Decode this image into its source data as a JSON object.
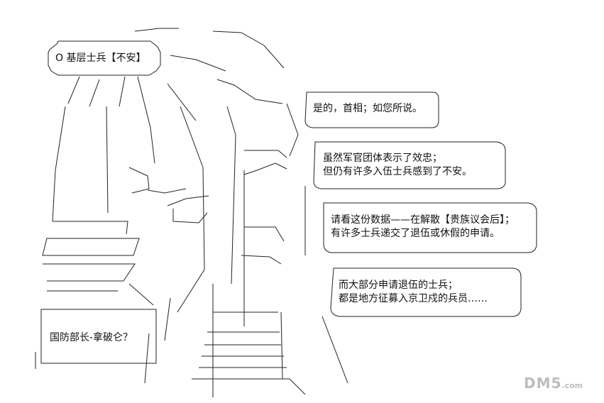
{
  "labels": {
    "header_tag": "O 基层士兵【不安】",
    "minister_tag": "国防部长-拿破仑？"
  },
  "bubbles": [
    {
      "lines": [
        "是的，首相；如您所说。"
      ]
    },
    {
      "lines": [
        "虽然军官团体表示了效忠；",
        "但仍有许多入伍士兵感到了不安。"
      ]
    },
    {
      "lines": [
        "请看这份数据——在解散【贵族议会后】；",
        "有许多士兵递交了退伍或休假的申请。"
      ]
    },
    {
      "lines": [
        "而大部分申请退伍的士兵；",
        "都是地方征募入京卫戍的兵员……"
      ]
    }
  ],
  "watermark": {
    "main": "DM5",
    "suffix": ".com",
    "color": "#bdbdbd"
  },
  "colors": {
    "ink": "#111111",
    "background": "#ffffff"
  }
}
